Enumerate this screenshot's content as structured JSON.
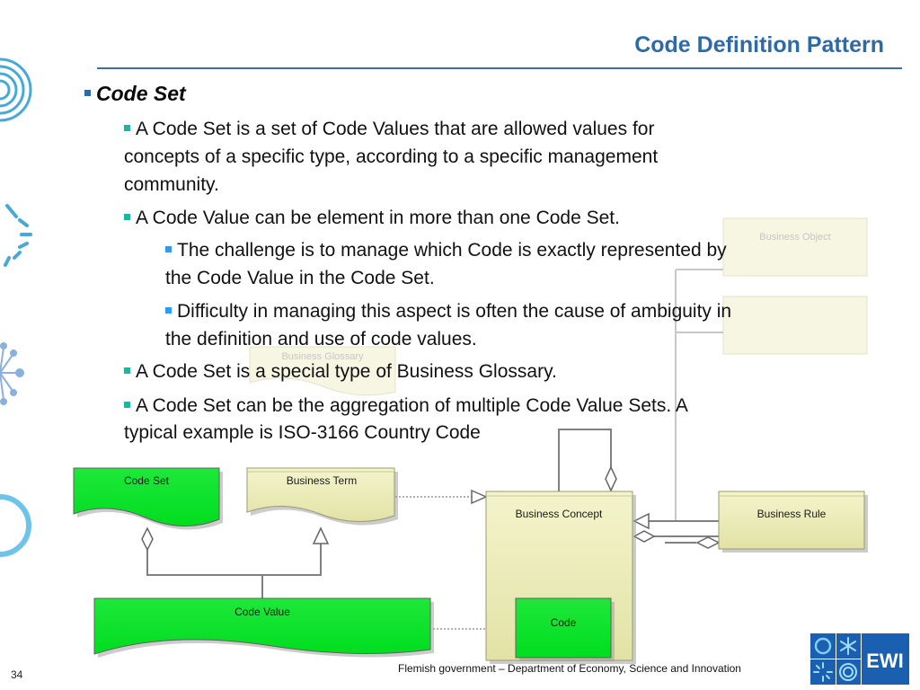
{
  "slide": {
    "title": "Code Definition Pattern",
    "number": "34",
    "footer": "Flemish government – Department of Economy, Science and Innovation"
  },
  "bullets": {
    "heading": "Code Set",
    "item1": {
      "line1": "A Code Set is a set of Code Values that are allowed values for",
      "line2": "concepts of a specific type, according to a specific management",
      "line3": "community."
    },
    "item2": "A Code Value can be element in more than one Code Set.",
    "sub1": {
      "line1": "The challenge is to manage which Code is exactly represented by",
      "line2": "the Code Value in the Code Set."
    },
    "sub2": {
      "line1": "Difficulty in managing this aspect is often the cause of ambiguity in",
      "line2": "the definition and use of code values."
    },
    "item3": "A Code Set is a special type of Business Glossary.",
    "item4": {
      "line1": "A Code Set can be the aggregation of multiple Code Value Sets. A",
      "line2": "typical example is ISO-3166 Country Code"
    }
  },
  "diagram": {
    "code_set": "Code  Set",
    "business_term": "Business Term",
    "code_value": "Code Value",
    "business_concept": "Business Concept",
    "code": "Code",
    "business_rule": "Business Rule",
    "business_object": "Business Object",
    "business_glossary": "Business Glossary"
  },
  "logo": {
    "text": "EWI"
  },
  "colors": {
    "title": "#2e6aa6",
    "green_box": "#00ee22",
    "tan_box": "#e8e8b0",
    "bullet_l1": "#2e6aa6",
    "bullet_l2": "#1fb5a0",
    "bullet_l3": "#3399ee",
    "logo_blue": "#1a5fb0"
  }
}
